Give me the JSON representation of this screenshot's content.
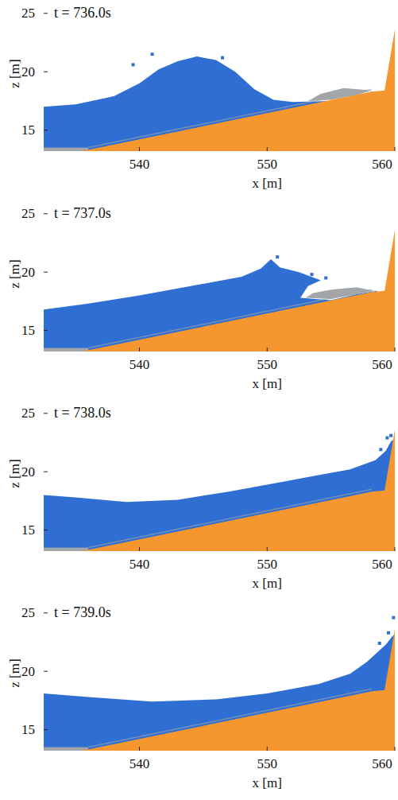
{
  "diagram": {
    "labels": [
      "25",
      "20",
      "15",
      "t = 736.0s",
      "z [m]",
      "540",
      "550",
      "560",
      "x [m]",
      "25",
      "20",
      "15",
      "t = 737.0s",
      "z [m]",
      "540",
      "550",
      "560",
      "x [m]",
      "25",
      "20",
      "15",
      "t = 738.0s",
      "z [m]",
      "540",
      "550",
      "560",
      "x [m]",
      "25",
      "20",
      "15",
      "t = 739.0s",
      "z [m]",
      "540",
      "550",
      "560",
      "x [m]"
    ]
  }
}
